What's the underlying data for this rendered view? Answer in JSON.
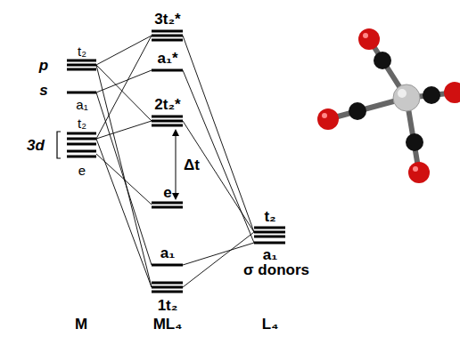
{
  "diagram": {
    "labels": [
      "t₂",
      "p",
      "s",
      "a₁",
      "t₂",
      "3d",
      "e",
      "3t₂*",
      "a₁*",
      "2t₂*",
      "Δt",
      "e",
      "a₁",
      "1t₂",
      "t₂",
      "a₁",
      "σ donors",
      "M",
      "ML₄",
      "L₄"
    ]
  }
}
